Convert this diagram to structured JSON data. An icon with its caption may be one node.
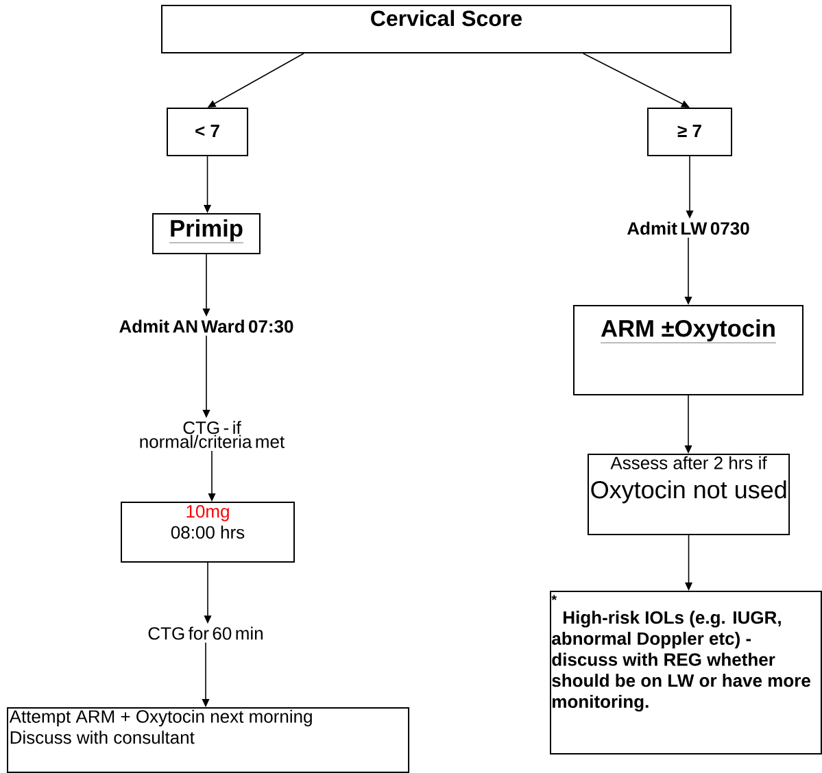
{
  "diagram": {
    "nodes": [
      {
        "text": [
          "Cervical Score"
        ]
      },
      {
        "text": [
          "< 7"
        ]
      },
      {
        "text": [
          "≥ 7"
        ]
      },
      {
        "text": [
          "Primip"
        ]
      },
      {
        "text": [
          "Admit LW 0730"
        ]
      },
      {
        "text": [
          "Admit AN Ward 07:30"
        ]
      },
      {
        "text": [
          "ARM ±Oxytocin"
        ]
      },
      {
        "text": [
          "CTG - if normal/criteria met"
        ]
      },
      {
        "text": [
          "Assess after 2 hrs if",
          "Oxytocin not used"
        ]
      },
      {
        "text": [
          "10mg",
          "08:00 hrs"
        ]
      },
      {
        "text": [
          "*",
          "High-risk IOLs (e.g. IUGR, abnormal Doppler etc) - discuss with REG whether should be on LW or have more monitoring."
        ]
      },
      {
        "text": [
          "CTG for 60 min"
        ]
      },
      {
        "text": [
          "Attempt ARM + Oxytocin next morning",
          "Discuss with consultant"
        ]
      }
    ],
    "edges": [
      {
        "from": 0,
        "to": 1,
        "arrow": "to"
      },
      {
        "from": 0,
        "to": 2,
        "arrow": "to"
      },
      {
        "from": 1,
        "to": 3,
        "arrow": "to"
      },
      {
        "from": 2,
        "to": 4,
        "arrow": "to"
      },
      {
        "from": 3,
        "to": 5,
        "arrow": "to"
      },
      {
        "from": 4,
        "to": 6,
        "arrow": "to"
      },
      {
        "from": 5,
        "to": 7,
        "arrow": "to"
      },
      {
        "from": 6,
        "to": 8,
        "arrow": "to"
      },
      {
        "from": 7,
        "to": 9,
        "arrow": "to"
      },
      {
        "from": 8,
        "to": 10,
        "arrow": "to"
      },
      {
        "from": 9,
        "to": 11,
        "arrow": "to"
      },
      {
        "from": 11,
        "to": 12,
        "arrow": "to"
      }
    ]
  }
}
